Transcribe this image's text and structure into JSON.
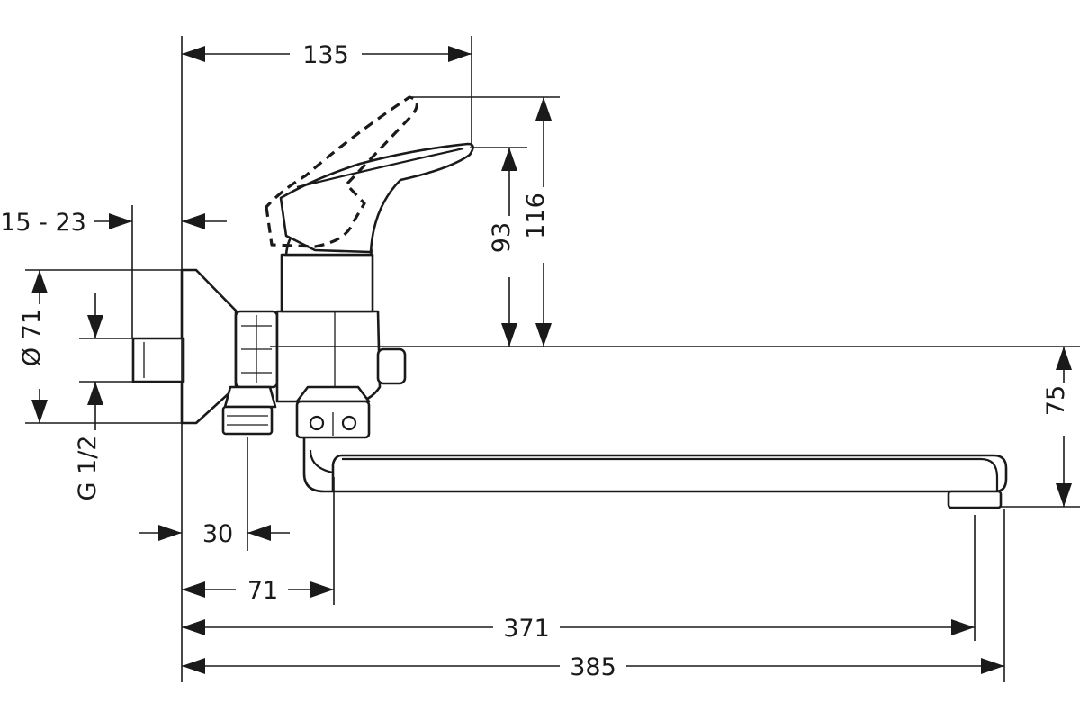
{
  "dimensions": {
    "d135": "135",
    "d116": "116",
    "d93": "93",
    "d15_23": "15 - 23",
    "d71_dia": "Ø 71",
    "g12": "G 1/2",
    "d30": "30",
    "d71": "71",
    "d371": "371",
    "d385": "385",
    "d75": "75"
  }
}
